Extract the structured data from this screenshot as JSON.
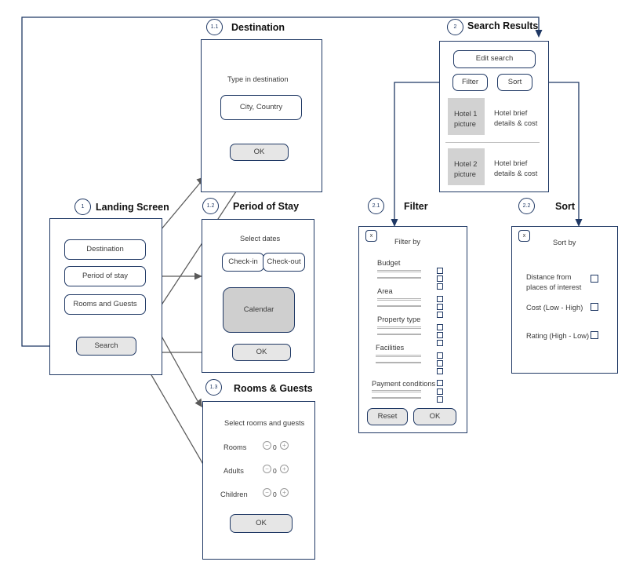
{
  "diagram": {
    "title": "Hotel booking app screen flow wireframe",
    "accent_border": "#1f3864",
    "button_fill": "#e6e6e6",
    "placeholder_fill": "#d2d2d2",
    "connector_color": "#595959"
  },
  "screens": {
    "landing": {
      "number": "1",
      "title": "Landing Screen",
      "buttons": [
        {
          "label": "Destination"
        },
        {
          "label": "Period of stay"
        },
        {
          "label": "Rooms and Guests"
        },
        {
          "label": "Search"
        }
      ]
    },
    "destination": {
      "number": "1.1",
      "title": "Destination",
      "prompt": "Type in destination",
      "input_value": "City, Country",
      "ok_label": "OK"
    },
    "period": {
      "number": "1.2",
      "title": "Period of Stay",
      "prompt": "Select dates",
      "checkin_label": "Check-in",
      "checkout_label": "Check-out",
      "calendar_label": "Calendar",
      "ok_label": "OK"
    },
    "rooms": {
      "number": "1.3",
      "title": "Rooms & Guests",
      "prompt": "Select rooms and guests",
      "steppers": [
        {
          "label": "Rooms",
          "value": "0",
          "minus": "−",
          "plus": "+"
        },
        {
          "label": "Adults",
          "value": "0",
          "minus": "−",
          "plus": "+"
        },
        {
          "label": "Children",
          "value": "0",
          "minus": "−",
          "plus": "+"
        }
      ],
      "ok_label": "OK"
    },
    "results": {
      "number": "2",
      "title": "Search Results",
      "edit_search_label": "Edit search",
      "filter_label": "Filter",
      "sort_label": "Sort",
      "items": [
        {
          "picture": "Hotel 1\npicture",
          "details": "Hotel brief\ndetails & cost"
        },
        {
          "picture": "Hotel 2\npicture",
          "details": "Hotel brief\ndetails & cost"
        }
      ]
    },
    "filter": {
      "number": "2.1",
      "title": "Filter",
      "close_label": "x",
      "heading": "Filter by",
      "sections": [
        {
          "label": "Budget"
        },
        {
          "label": "Area"
        },
        {
          "label": "Property type"
        },
        {
          "label": "Facilities"
        },
        {
          "label": "Payment conditions"
        }
      ],
      "reset_label": "Reset",
      "ok_label": "OK"
    },
    "sort": {
      "number": "2.2",
      "title": "Sort",
      "close_label": "x",
      "heading": "Sort by",
      "options": [
        {
          "label": "Distance from\nplaces of interest"
        },
        {
          "label": "Cost (Low - High)"
        },
        {
          "label": "Rating (High - Low)"
        }
      ]
    }
  }
}
